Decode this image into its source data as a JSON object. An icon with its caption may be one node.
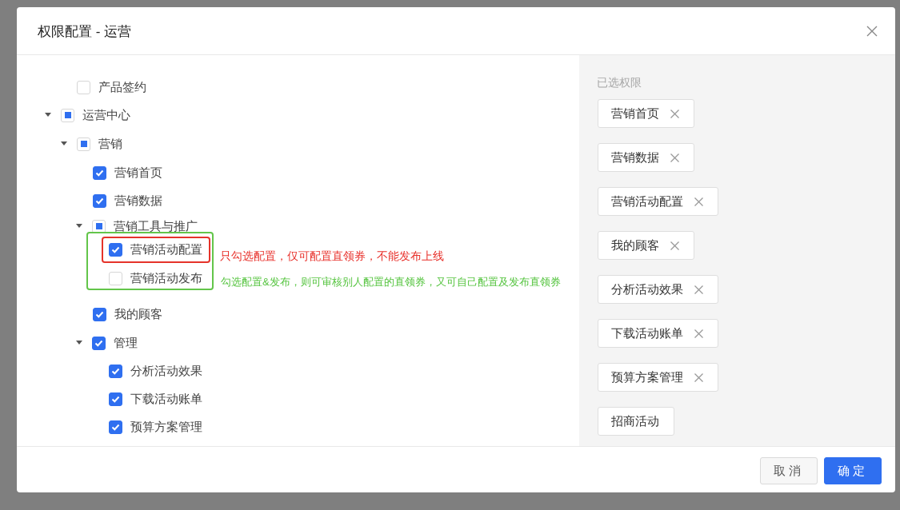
{
  "diagram": {
    "title": "权限配置 - 运营",
    "nodes": [
      {
        "text": [
          "营销活动发布"
        ],
        "beside": [
          "勾选配置&发布，则可审核别人配置的直领券，又可自己配置及发布直领券"
        ]
      },
      {
        "text": [
          "营销活动配置"
        ],
        "in": 0,
        "beside": [
          "只勾选配置，仅可配置直领券，不能发布上线"
        ]
      }
    ],
    "labels": [
      "产品签约",
      "运营中心",
      "营销",
      "营销首页",
      "营销数据",
      "营销工具与推广",
      "我的顾客",
      "管理",
      "分析活动效果",
      "下载活动账单",
      "预算方案管理",
      "已选权限",
      "营销首页",
      "营销数据",
      "营销活动配置",
      "我的顾客",
      "分析活动效果",
      "下载活动账单",
      "预算方案管理",
      "招商活动",
      "取消",
      "确定"
    ]
  }
}
